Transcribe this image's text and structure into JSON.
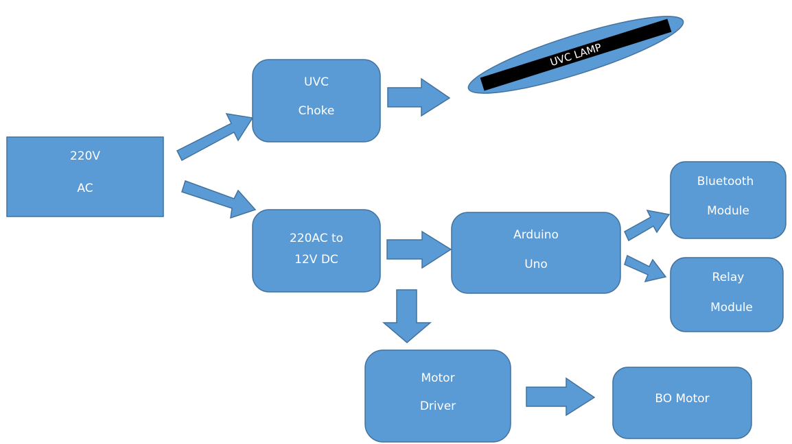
{
  "colors": {
    "box_fill": "#5b9bd5",
    "box_stroke": "#41719c",
    "lamp_tube": "#000000",
    "text": "#ffffff"
  },
  "nodes": {
    "ac_source": {
      "line1": "220V",
      "line2": "AC"
    },
    "uvc_choke": {
      "line1": "UVC",
      "line2": "Choke"
    },
    "uvc_lamp": {
      "label": "UVC LAMP"
    },
    "converter": {
      "line1": "220AC to",
      "line2": "12V DC"
    },
    "arduino": {
      "line1": "Arduino",
      "line2": "Uno"
    },
    "bluetooth": {
      "line1": "Bluetooth",
      "line2": "Module"
    },
    "relay": {
      "line1": "Relay",
      "line2": "Module"
    },
    "motor_driver": {
      "line1": "Motor",
      "line2": "Driver"
    },
    "bo_motor": {
      "label": "BO Motor"
    }
  }
}
